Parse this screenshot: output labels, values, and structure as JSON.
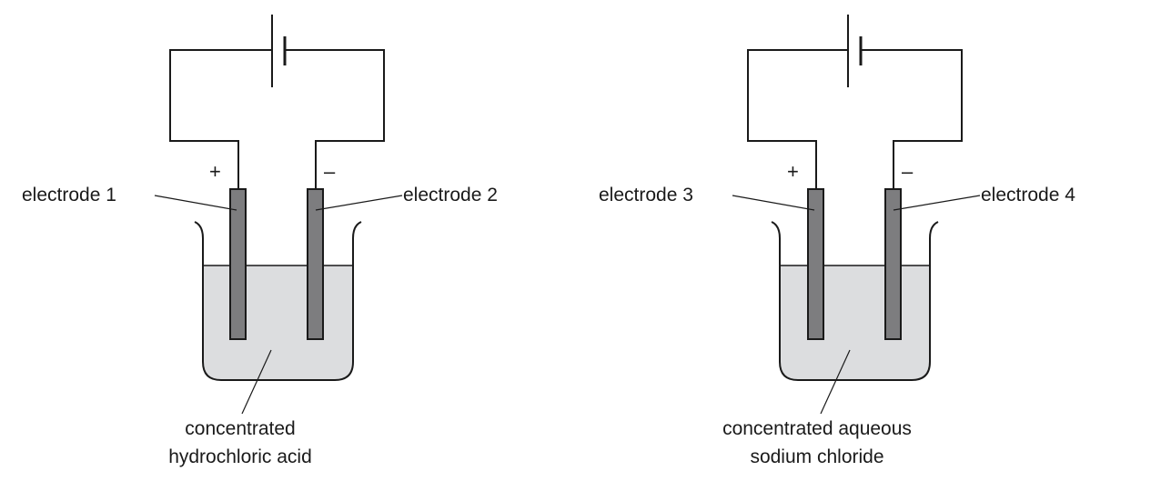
{
  "left_cell": {
    "positive_sign": "+",
    "negative_sign": "–",
    "electrode_left_label": "electrode 1",
    "electrode_right_label": "electrode 2",
    "solution_label_line1": "concentrated",
    "solution_label_line2": "hydrochloric acid"
  },
  "right_cell": {
    "positive_sign": "+",
    "negative_sign": "–",
    "electrode_left_label": "electrode 3",
    "electrode_right_label": "electrode 4",
    "solution_label_line1": "concentrated aqueous",
    "solution_label_line2": "sodium chloride"
  },
  "colors": {
    "solution": "#dcdddf",
    "electrode": "#7d7d7f",
    "line": "#1a1a1a"
  }
}
